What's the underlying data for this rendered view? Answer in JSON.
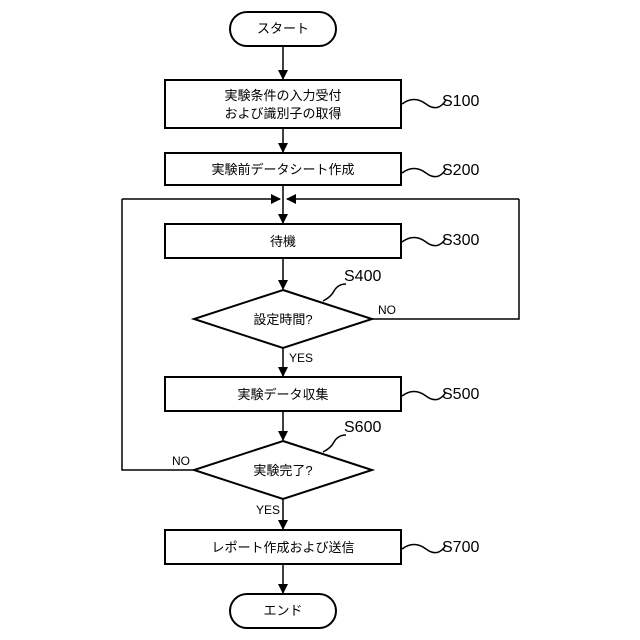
{
  "flowchart": {
    "start": "スタート",
    "end": "エンド",
    "steps": {
      "s100_line1": "実験条件の入力受付",
      "s100_line2": "および識別子の取得",
      "s200": "実験前データシート作成",
      "s300": "待機",
      "s500": "実験データ収集",
      "s700": "レポート作成および送信"
    },
    "decisions": {
      "s400": "設定時間?",
      "s600": "実験完了?"
    },
    "step_ids": {
      "s100": "S100",
      "s200": "S200",
      "s300": "S300",
      "s400": "S400",
      "s500": "S500",
      "s600": "S600",
      "s700": "S700"
    },
    "branch_labels": {
      "s400_no": "NO",
      "s400_yes": "YES",
      "s600_no": "NO",
      "s600_yes": "YES"
    }
  }
}
